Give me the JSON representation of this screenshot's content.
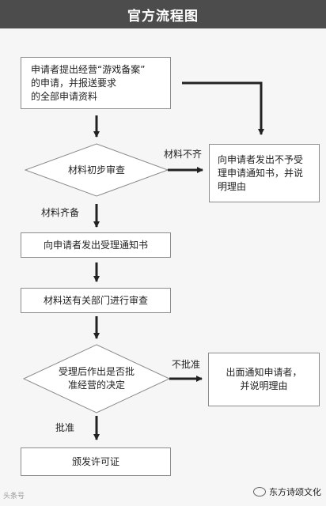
{
  "header": {
    "title": "官方流程图"
  },
  "nodes": {
    "step1": [
      "申请者提出经营“游戏备案”",
      "的申请，并报送要求",
      "的全部申请资料"
    ],
    "decision1": "材料初步审查",
    "reject1": [
      "向申请者发出不予受",
      "理申请通知书，并说",
      "明理由"
    ],
    "step2": "向申请者发出受理通知书",
    "step3": "材料送有关部门进行审查",
    "decision2": [
      "受理后作出是否批",
      "准经营的决定"
    ],
    "reject2": [
      "出面通知申请者，",
      "并说明理由"
    ],
    "step4": "颁发许可证"
  },
  "labels": {
    "incomplete": "材料不齐",
    "complete": "材料齐备",
    "not_approved": "不批准",
    "approved": "批准"
  },
  "watermark": {
    "left": "头条号",
    "right": "东方诗颂文化"
  }
}
